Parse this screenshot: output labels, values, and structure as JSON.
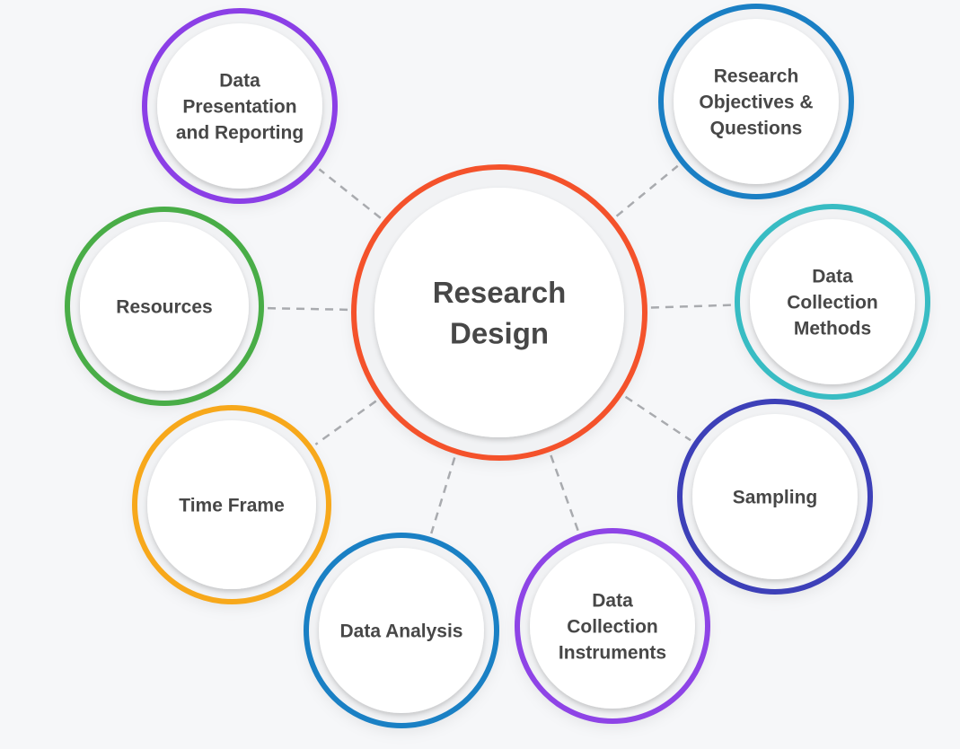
{
  "center": {
    "lines": [
      "Research",
      "Design"
    ],
    "color": "#f4522b"
  },
  "nodes": [
    {
      "id": "data-presentation-and-reporting",
      "lines": [
        "Data",
        "Presentation",
        "and Reporting"
      ],
      "color": "#8b3fe6"
    },
    {
      "id": "research-objectives-and-questions",
      "lines": [
        "Research",
        "Objectives &",
        "Questions"
      ],
      "color": "#1a7fc4"
    },
    {
      "id": "resources",
      "lines": [
        "Resources"
      ],
      "color": "#49ad47"
    },
    {
      "id": "data-collection-methods",
      "lines": [
        "Data",
        "Collection",
        "Methods"
      ],
      "color": "#38bcc3"
    },
    {
      "id": "time-frame",
      "lines": [
        "Time Frame"
      ],
      "color": "#f7a81b"
    },
    {
      "id": "sampling",
      "lines": [
        "Sampling"
      ],
      "color": "#3d40b8"
    },
    {
      "id": "data-analysis",
      "lines": [
        "Data Analysis"
      ],
      "color": "#1a80c4"
    },
    {
      "id": "data-collection-instruments",
      "lines": [
        "Data",
        "Collection",
        "Instruments"
      ],
      "color": "#8e44e6"
    }
  ]
}
